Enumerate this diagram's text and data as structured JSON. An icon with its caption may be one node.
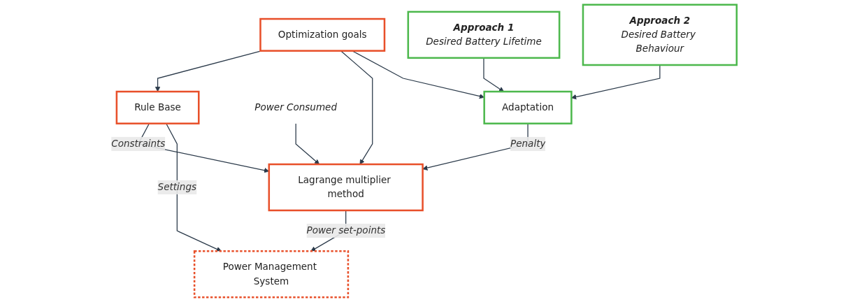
{
  "diagram": {
    "nodes": [
      {
        "text": [
          "Optimization goals"
        ]
      },
      {
        "text": [
          "Approach 1",
          "Desired Battery Lifetime"
        ]
      },
      {
        "text": [
          "Power Consumed"
        ]
      },
      {
        "text": [
          "Rule Base"
        ]
      },
      {
        "text": [
          "Lagrange multiplier method"
        ]
      },
      {
        "text": [
          "Adaptation"
        ]
      },
      {
        "text": [
          "Approach 2",
          "Desired Battery Behaviour"
        ]
      },
      {
        "text": [
          "Power Management System"
        ]
      }
    ],
    "edges": [
      {
        "from": 0,
        "to": 3,
        "arrow": "to"
      },
      {
        "from": 0,
        "to": 4,
        "arrow": "to"
      },
      {
        "from": 0,
        "to": 5,
        "arrow": "to"
      },
      {
        "from": 2,
        "to": 4,
        "arrow": "to"
      },
      {
        "from": 1,
        "to": 5,
        "arrow": "to"
      },
      {
        "from": 3,
        "to": 4,
        "label": "Constraints",
        "arrow": "to"
      },
      {
        "from": 5,
        "to": 4,
        "label": "Penalty",
        "arrow": "to"
      },
      {
        "from": 6,
        "to": 5,
        "arrow": "to"
      },
      {
        "from": 3,
        "to": 7,
        "label": "Settings",
        "arrow": "to"
      },
      {
        "from": 4,
        "to": 7,
        "label": "Power set-points",
        "arrow": "to"
      }
    ]
  }
}
